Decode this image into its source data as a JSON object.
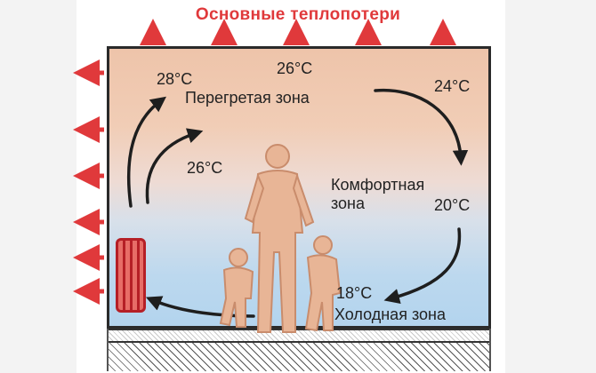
{
  "title": "Основные теплопотери",
  "labels": {
    "temp_top_left": "28°C",
    "temp_top_center": "26°C",
    "temp_top_right": "24°C",
    "temp_left_mid": "26°C",
    "temp_right_mid": "20°C",
    "temp_bottom": "18°C",
    "zone_overheated": "Перегретая зона",
    "zone_comfort_line1": "Комфортная",
    "zone_comfort_line2": "зона",
    "zone_cold": "Холодная зона"
  },
  "colors": {
    "heat_loss_arrow": "#e0393b",
    "airflow_arrow": "#1e1e1e",
    "radiator": "#b51f26"
  }
}
